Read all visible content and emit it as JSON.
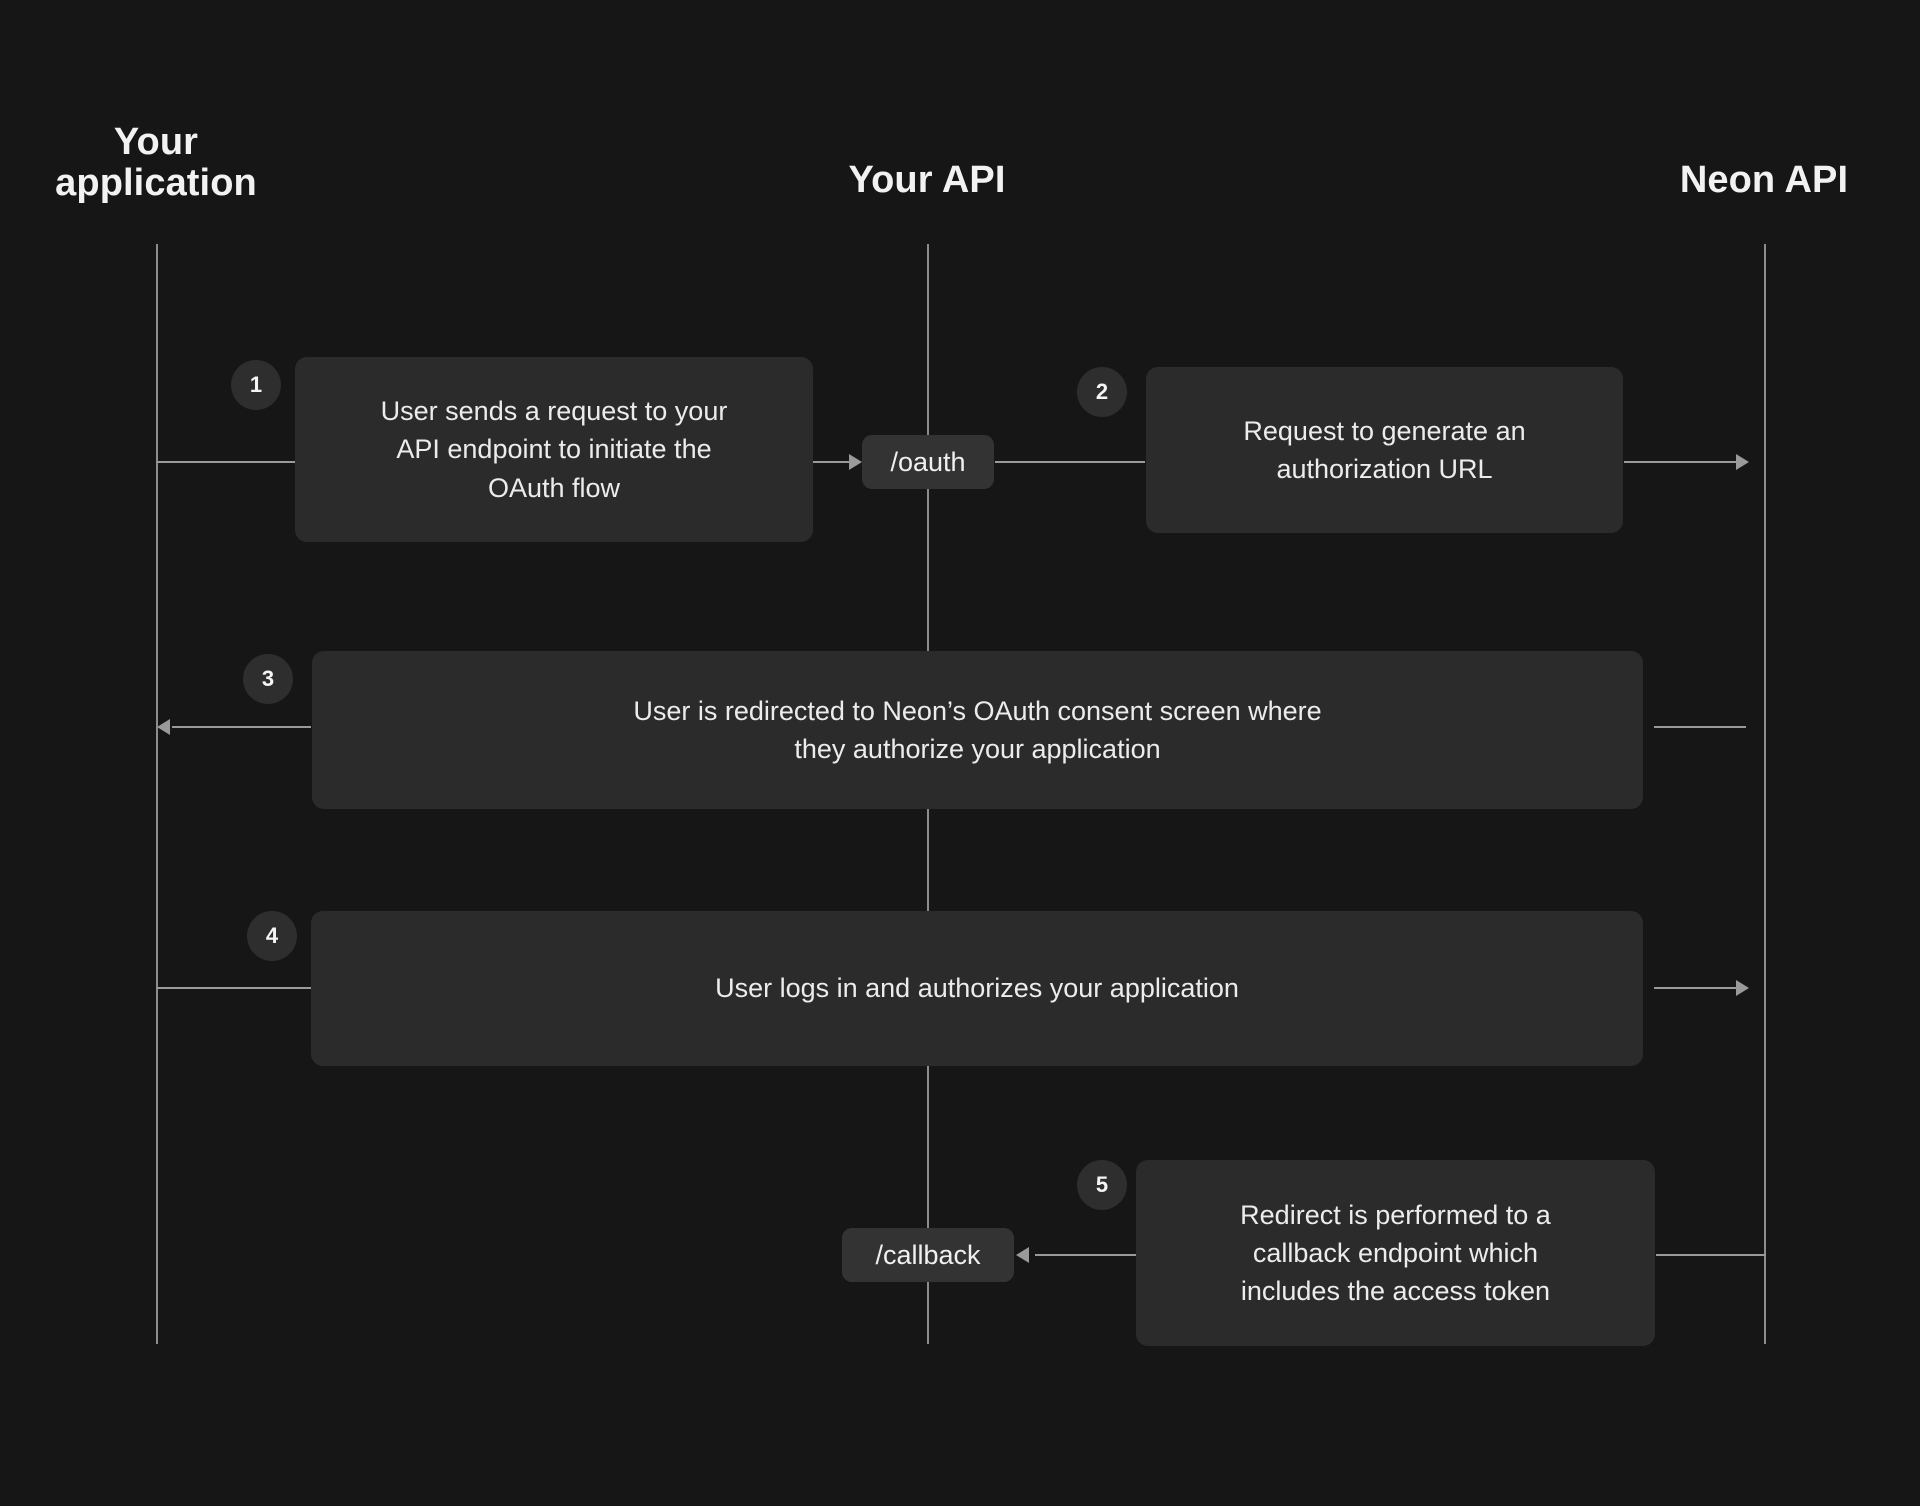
{
  "theme": {
    "page_background": "#161616",
    "box_background": "#2b2b2b",
    "pill_background": "#333333",
    "badge_background": "#2e2e2e",
    "line_color": "#9a9a9a",
    "lifeline_color": "#8c8c8c",
    "text_color": "#ececec",
    "title_color": "#f2f2f2"
  },
  "columns": [
    {
      "id": "your-application",
      "label": "Your\napplication"
    },
    {
      "id": "your-api",
      "label": "Your API"
    },
    {
      "id": "neon-api",
      "label": "Neon API"
    }
  ],
  "endpoints": [
    {
      "id": "oauth",
      "label": "/oauth"
    },
    {
      "id": "callback",
      "label": "/callback"
    }
  ],
  "steps": [
    {
      "number": "1",
      "text": "User sends a request to your\nAPI endpoint to initiate the\nOAuth flow",
      "from": "your-application",
      "to": "your-api",
      "direction": "right"
    },
    {
      "number": "2",
      "text": "Request to generate an\nauthorization URL",
      "from": "your-api",
      "to": "neon-api",
      "direction": "right"
    },
    {
      "number": "3",
      "text": "User is redirected to Neon’s OAuth consent screen where\nthey authorize your application",
      "from": "neon-api",
      "to": "your-application",
      "direction": "left"
    },
    {
      "number": "4",
      "text": "User logs in and authorizes your application",
      "from": "your-application",
      "to": "neon-api",
      "direction": "right"
    },
    {
      "number": "5",
      "text": "Redirect is performed to a\ncallback endpoint which\nincludes the access token",
      "from": "neon-api",
      "to": "your-api",
      "direction": "left"
    }
  ]
}
